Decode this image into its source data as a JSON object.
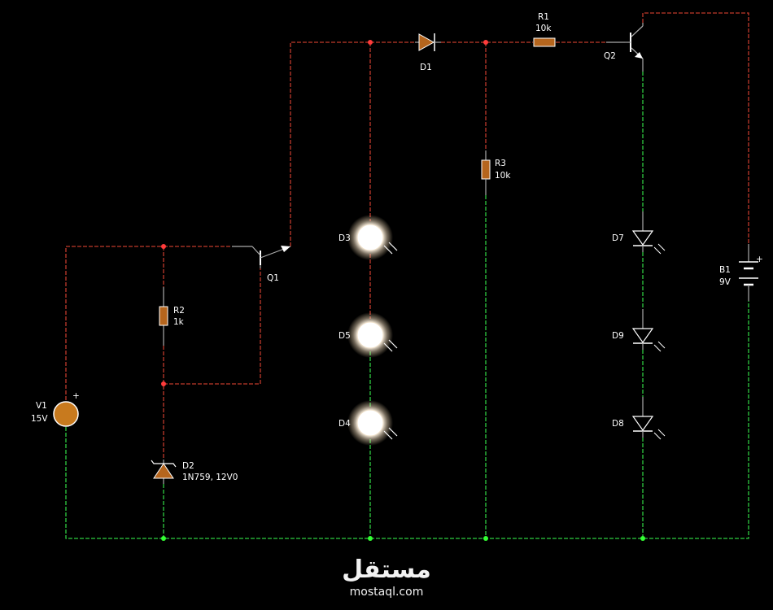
{
  "colors": {
    "background": "#000000",
    "wire_live": "#c0392b",
    "wire_ground": "#2ecc40",
    "node_live": "#ff3b3b",
    "node_ground": "#33ff33",
    "component": "#b5651d",
    "lead": "#aaaaaa",
    "led_outline": "#ffffff",
    "led_glow": "#ffffff"
  },
  "components": {
    "V1": {
      "name": "V1",
      "value": "15V",
      "polarity": "+"
    },
    "R2": {
      "name": "R2",
      "value": "1k"
    },
    "D2": {
      "name": "D2",
      "value": "1N759, 12V0"
    },
    "Q1": {
      "name": "Q1"
    },
    "D1": {
      "name": "D1"
    },
    "R1": {
      "name": "R1",
      "value": "10k"
    },
    "R3": {
      "name": "R3",
      "value": "10k"
    },
    "Q2": {
      "name": "Q2"
    },
    "D3": {
      "name": "D3",
      "state": "lit"
    },
    "D5": {
      "name": "D5",
      "state": "lit"
    },
    "D4": {
      "name": "D4",
      "state": "lit"
    },
    "D7": {
      "name": "D7",
      "state": "off"
    },
    "D9": {
      "name": "D9",
      "state": "off"
    },
    "D8": {
      "name": "D8",
      "state": "off"
    },
    "B1": {
      "name": "B1",
      "value": "9V",
      "polarity": "+"
    }
  },
  "watermark": {
    "arabic": "مستقل",
    "latin": "mostaql.com"
  }
}
